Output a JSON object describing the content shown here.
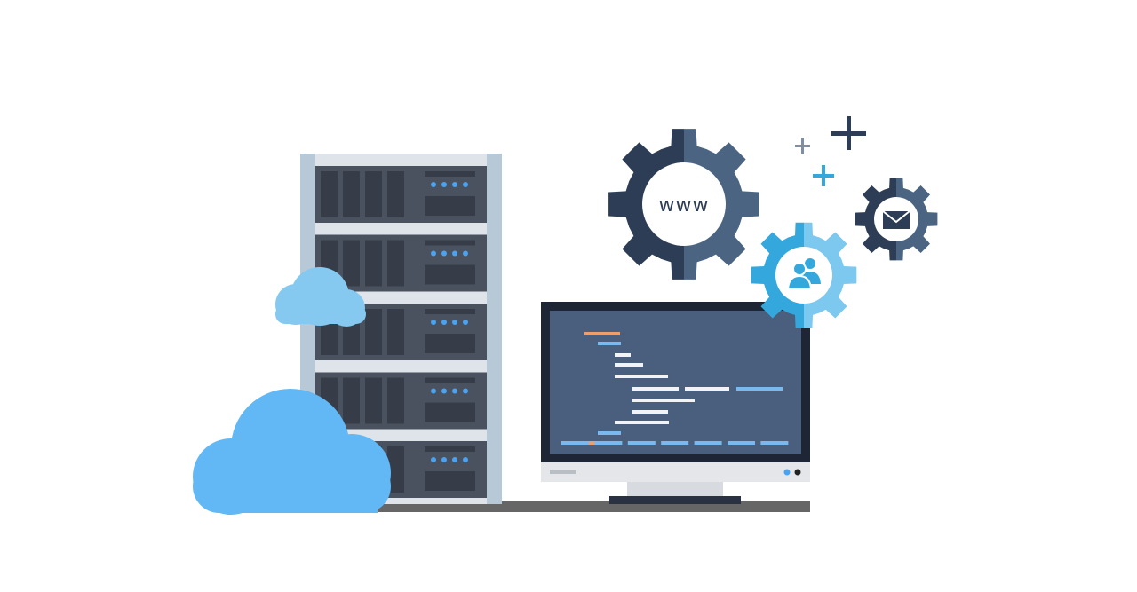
{
  "illustration": {
    "gear_large_label": "www",
    "icons": {
      "gear_large": "globe-www-gear",
      "gear_people": "users-gear",
      "gear_mail": "mail-gear",
      "monitor": "code-monitor",
      "server": "server-rack",
      "cloud_large": "cloud",
      "cloud_small": "cloud",
      "plus_signs": "plus"
    },
    "colors": {
      "background": "#ffffff",
      "server_body": "#4a5260",
      "server_frame": "#dfe4ea",
      "server_side": "#b7c8d6",
      "server_led": "#4aa3f0",
      "navy_dark": "#2c3d55",
      "navy_light": "#4a6482",
      "cloud_large": "#62b8f5",
      "cloud_small": "#85c9f0",
      "gear_people_dark": "#34a8dc",
      "gear_people_light": "#7cc8ee",
      "monitor_frame": "#1e2535",
      "monitor_screen": "#4a5f7e",
      "monitor_base": "#e4e6e9",
      "code_orange": "#ee9e6a",
      "code_blue": "#79b9ef",
      "code_white": "#f1f3f6",
      "floor": "#666666"
    },
    "monitor_status_dots": [
      "#4aa3f0",
      "#222222"
    ]
  }
}
